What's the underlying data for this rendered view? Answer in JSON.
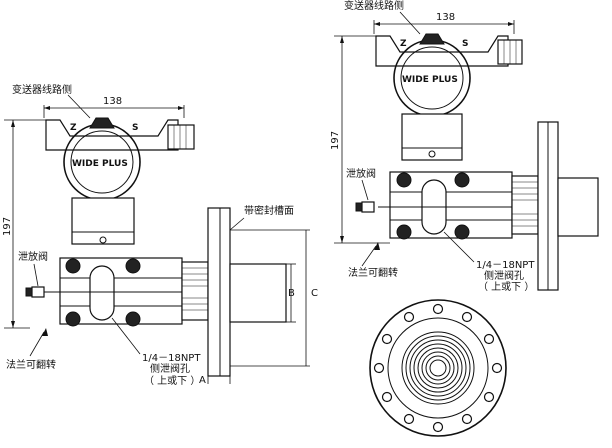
{
  "front_view": {
    "label_transmitter_side": "变送器线路侧",
    "dim_width": "138",
    "dim_height": "197",
    "label_vent": "泄放阀",
    "label_flange": "法兰可翻转",
    "label_seal": "带密封槽面",
    "label_b": "B",
    "label_c": "C",
    "label_a": "A",
    "label_npt": "1/4－18NPT",
    "label_side_vent": "侧泄阀孔",
    "label_up_down": "（ 上或下 ）",
    "brand": "WIDE PLUS",
    "cover_z": "Z",
    "cover_s": "S"
  },
  "right_view": {
    "label_transmitter_side": "变送器线路侧",
    "dim_width": "138",
    "dim_height": "197",
    "label_vent": "泄放阀",
    "label_flange": "法兰可翻转",
    "label_npt": "1/4－18NPT",
    "label_side_vent": "侧泄阀孔",
    "label_up_down": "（ 上或下 ）",
    "brand": "WIDE PLUS",
    "cover_z": "Z",
    "cover_s": "S"
  }
}
